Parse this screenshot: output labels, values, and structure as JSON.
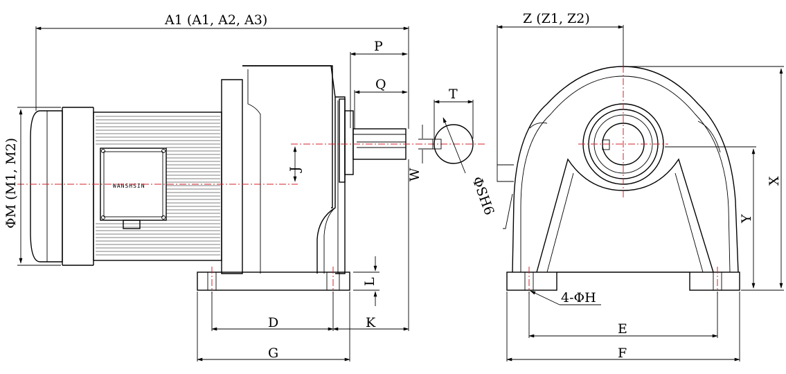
{
  "drawing": {
    "brand_plate": "WANSHSIN",
    "side_view_labels": {
      "A": "A1 (A1, A2, A3)",
      "P": "P",
      "Q": "Q",
      "T": "T",
      "J": "J",
      "W": "W",
      "phiS": "ΦSH6",
      "phiM": "ΦM (M1, M2)",
      "L": "L",
      "D": "D",
      "K": "K",
      "G": "G"
    },
    "front_view_labels": {
      "Z": "Z (Z1, Z2)",
      "X": "X",
      "Y": "Y",
      "holes": "4-ΦH",
      "E": "E",
      "F": "F"
    },
    "colors": {
      "lines": "#000000",
      "centerline": "#d0202a",
      "background": "#ffffff"
    }
  }
}
